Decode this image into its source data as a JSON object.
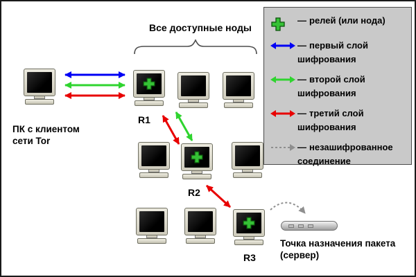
{
  "diagram": {
    "title": "Все доступные ноды",
    "client_label": "ПК с клиентом сети Tor",
    "relays": {
      "r1": "R1",
      "r2": "R2",
      "r3": "R3"
    },
    "destination_label": "Точка назначения пакета (сервер)"
  },
  "legend": {
    "dash": "—",
    "items": [
      {
        "icon": "relay-plus-icon",
        "label": "релей (или нода)"
      },
      {
        "icon": "blue-arrow-icon",
        "label": "первый слой шифрования",
        "color": "#0000f5"
      },
      {
        "icon": "green-arrow-icon",
        "label": "второй слой шифрования",
        "color": "#2fd42f"
      },
      {
        "icon": "red-arrow-icon",
        "label": "третий слой шифрования",
        "color": "#e80000"
      },
      {
        "icon": "dashed-arrow-icon",
        "label": "незашифрованное соединение",
        "color": "#999999"
      }
    ]
  },
  "colors": {
    "first_layer": "#0000f5",
    "second_layer": "#2fd42f",
    "third_layer": "#e80000",
    "unencrypted": "#999999",
    "relay_plus": "#35c135",
    "legend_bg": "#c9c9c9"
  }
}
